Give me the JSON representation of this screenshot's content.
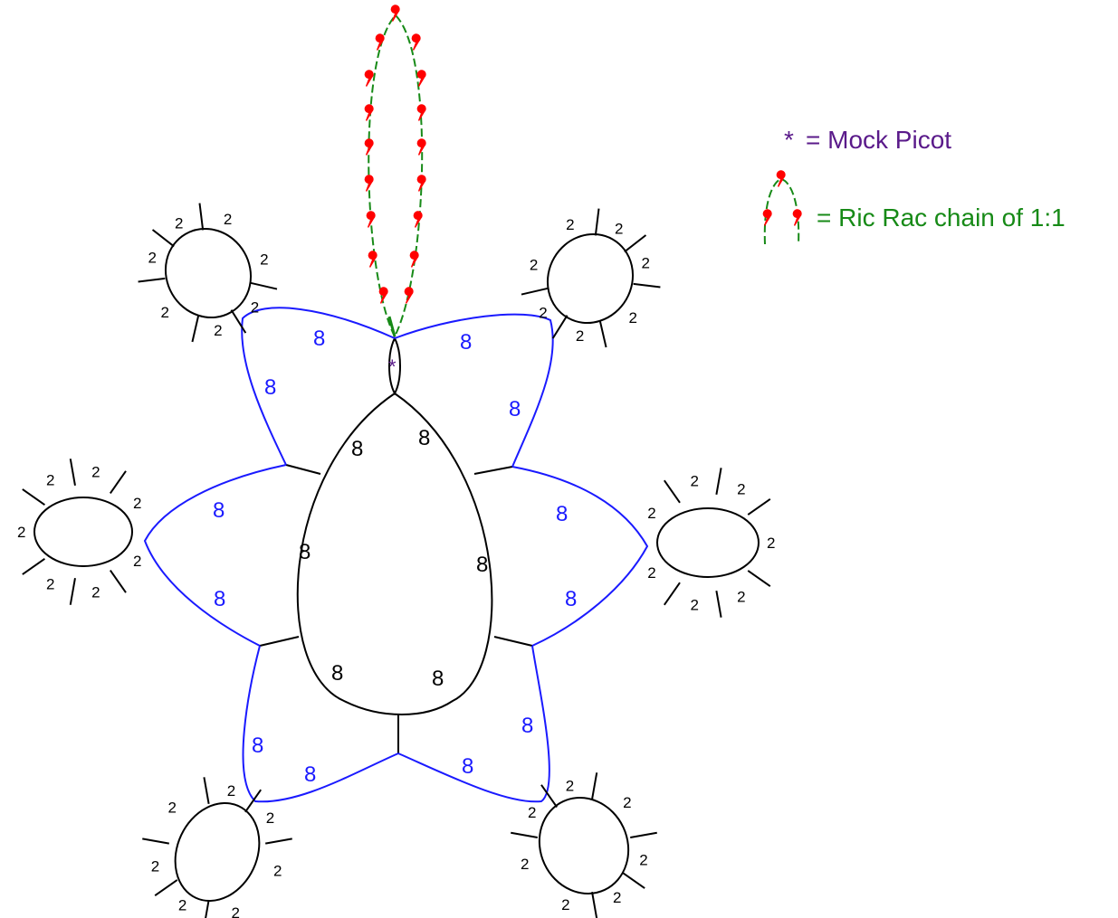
{
  "legend": {
    "mock_picot_symbol": "*",
    "mock_picot_text": "= Mock Picot",
    "mock_picot_color": "#5a1a8a",
    "ricrac_text": "= Ric Rac chain of 1:1",
    "ricrac_color": "#178a17"
  },
  "center_ring": {
    "counts": [
      "8",
      "8",
      "8",
      "8",
      "8",
      "8"
    ]
  },
  "mock_picot": {
    "symbol": "*"
  },
  "chains": {
    "top_left": [
      "8",
      "8"
    ],
    "top_right": [
      "8",
      "8"
    ],
    "mid_left": [
      "8",
      "8"
    ],
    "mid_right": [
      "8",
      "8"
    ],
    "bottom_left": [
      "8",
      "8"
    ],
    "bottom_right": [
      "8",
      "8"
    ]
  },
  "petal_ring_count": "2",
  "colors": {
    "ring": "#000000",
    "chain": "#1a1aff",
    "ricrac": "#178a17",
    "ricrac_stitch": "#ff0000",
    "mock_picot": "#5a1a8a"
  }
}
